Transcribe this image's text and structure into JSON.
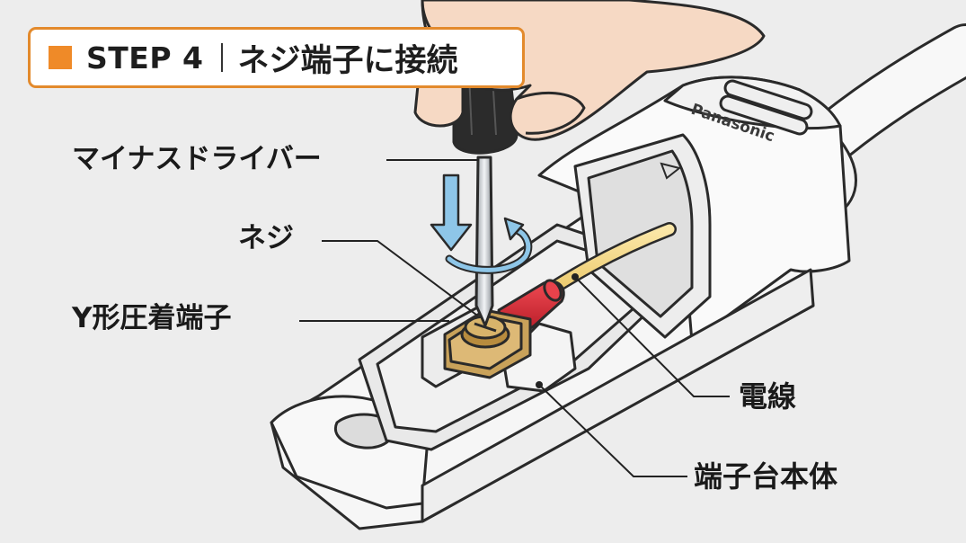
{
  "step": {
    "number_label": "STEP 4",
    "title": "ネジ端子に接続"
  },
  "labels": {
    "screwdriver": "マイナスドライバー",
    "screw": "ネジ",
    "y_terminal": "Y形圧着端子",
    "wire": "電線",
    "terminal_base": "端子台本体"
  },
  "housing": {
    "brand": "Panasonic"
  },
  "colors": {
    "accent": "#ef8a28",
    "wire": "#f2d27a",
    "terminal_sleeve": "#d42a35",
    "brass": "#c9a25a",
    "arrow": "#8ec6e8",
    "skin": "#f6d9c4"
  },
  "icons": {
    "push_arrow": "down-arrow",
    "turn_arrow": "clockwise-rotation-arrow"
  }
}
